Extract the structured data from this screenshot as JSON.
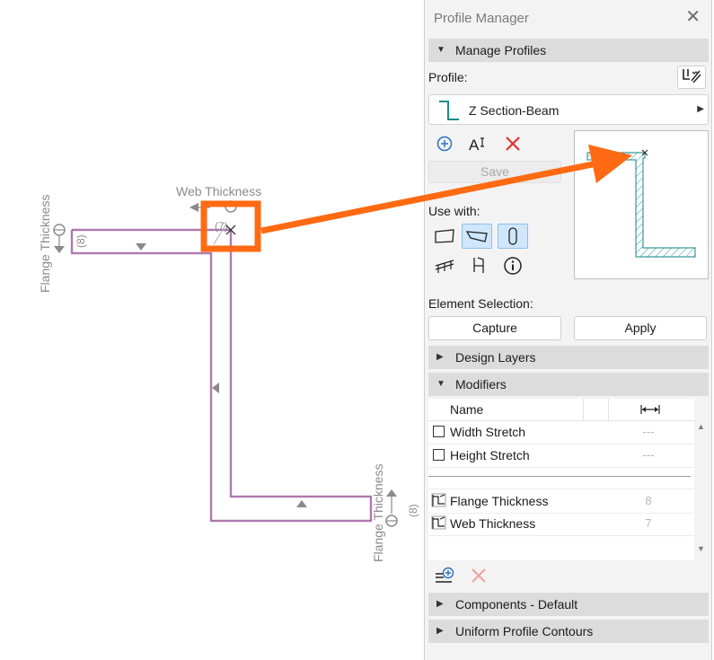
{
  "canvas": {
    "labels": {
      "web_thickness": "Web Thickness",
      "flange_thickness_left": "Flange Thickness",
      "flange_thickness_right": "Flange Thickness",
      "flange_value_left": "(8)",
      "flange_value_right": "(8)",
      "web_value": "(7)"
    },
    "colors": {
      "profile_outline": "#7b2a7a",
      "callout": "#ff6a13",
      "dimension": "#8a8a8a"
    }
  },
  "panel": {
    "title": "Profile Manager",
    "close_icon": "close-icon",
    "manage_profiles": {
      "header": "Manage Profiles",
      "profile_label": "Profile:",
      "profile_name": "Z Section-Beam",
      "save_label": "Save",
      "use_with_label": "Use with:"
    },
    "element_selection": {
      "label": "Element Selection:",
      "capture_label": "Capture",
      "apply_label": "Apply"
    },
    "sections": {
      "design_layers": "Design Layers",
      "modifiers": "Modifiers",
      "components": "Components - Default",
      "uniform_contours": "Uniform Profile Contours"
    },
    "modifiers_table": {
      "column_name": "Name",
      "rows": [
        {
          "name": "Width Stretch",
          "value": "---"
        },
        {
          "name": "Height Stretch",
          "value": "---"
        },
        {
          "name": "Flange Thickness",
          "value": "8"
        },
        {
          "name": "Web Thickness",
          "value": "7"
        }
      ]
    }
  }
}
